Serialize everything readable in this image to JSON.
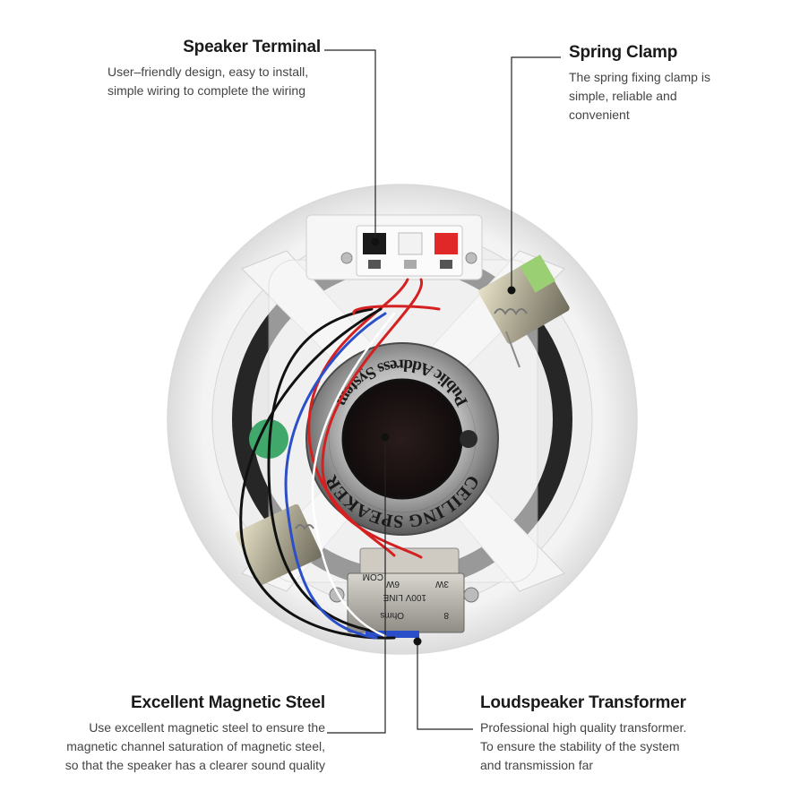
{
  "callouts": {
    "speaker_terminal": {
      "title": "Speaker Terminal",
      "desc": "User–friendly design, easy to install, simple wiring to complete the wiring"
    },
    "spring_clamp": {
      "title": "Spring Clamp",
      "desc": "The spring fixing clamp is simple, reliable and convenient"
    },
    "magnetic_steel": {
      "title": "Excellent Magnetic Steel",
      "desc": "Use excellent magnetic steel to ensure the magnetic channel saturation of magnetic steel, so that the speaker has a clearer sound quality"
    },
    "transformer": {
      "title": "Loudspeaker Transformer",
      "desc": "Professional high quality transformer. To ensure the stability of the system and transmission far"
    }
  },
  "speaker": {
    "magnet_text_top": "CEILING SPEAKER",
    "magnet_text_bottom": "Public Address System",
    "transformer_labels": [
      "Ohms",
      "8",
      "100V LINE",
      "6W",
      "3W",
      "COM"
    ]
  },
  "colors": {
    "leader_line": "#222222",
    "housing": "#f2f2f2",
    "cone": "#2a2a2a",
    "magnet_core": "#1c1414",
    "wire_red": "#d42020",
    "wire_blue": "#2a4fc8",
    "wire_black": "#111111"
  }
}
